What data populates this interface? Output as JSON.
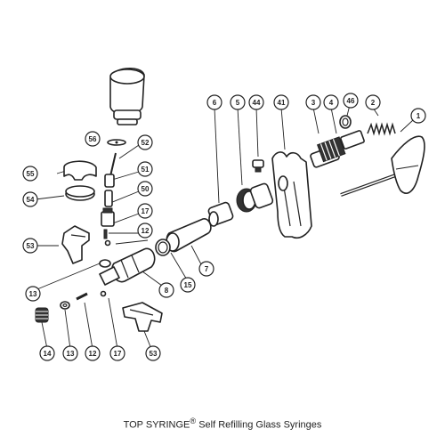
{
  "caption": {
    "brand": "TOP SYRINGE",
    "mark": "®",
    "rest": " Self Refilling Glass Syringes"
  },
  "callouts": [
    {
      "id": "c1",
      "label": "1"
    },
    {
      "id": "c2",
      "label": "2"
    },
    {
      "id": "c3",
      "label": "3"
    },
    {
      "id": "c4",
      "label": "4"
    },
    {
      "id": "c5",
      "label": "5"
    },
    {
      "id": "c6",
      "label": "6"
    },
    {
      "id": "c7",
      "label": "7"
    },
    {
      "id": "c8",
      "label": "8"
    },
    {
      "id": "c12a",
      "label": "12"
    },
    {
      "id": "c12b",
      "label": "12"
    },
    {
      "id": "c13a",
      "label": "13"
    },
    {
      "id": "c13b",
      "label": "13"
    },
    {
      "id": "c14",
      "label": "14"
    },
    {
      "id": "c15",
      "label": "15"
    },
    {
      "id": "c17a",
      "label": "17"
    },
    {
      "id": "c17b",
      "label": "17"
    },
    {
      "id": "c41",
      "label": "41"
    },
    {
      "id": "c44",
      "label": "44"
    },
    {
      "id": "c46",
      "label": "46"
    },
    {
      "id": "c50",
      "label": "50"
    },
    {
      "id": "c51",
      "label": "51"
    },
    {
      "id": "c52",
      "label": "52"
    },
    {
      "id": "c53a",
      "label": "53"
    },
    {
      "id": "c53b",
      "label": "53"
    },
    {
      "id": "c54",
      "label": "54"
    },
    {
      "id": "c55",
      "label": "55"
    },
    {
      "id": "c56",
      "label": "56"
    }
  ]
}
